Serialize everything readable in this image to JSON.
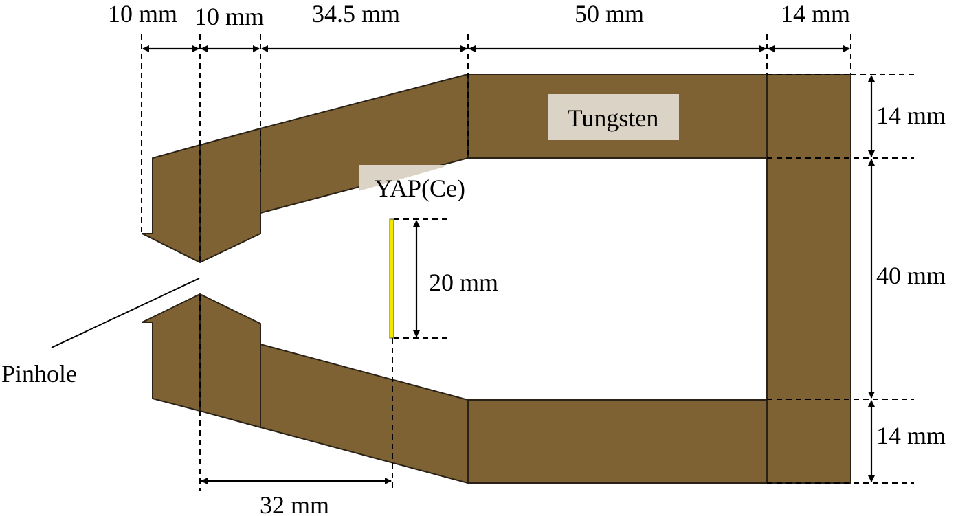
{
  "colors": {
    "tungsten": "#7e6233",
    "edge": "#2a2216",
    "label_box": "#dbd3c5",
    "scintillator": "#f0e800",
    "background": "#ffffff"
  },
  "labels": {
    "material": "Tungsten",
    "detector": "YAP(Ce)",
    "pinhole": "Pinhole"
  },
  "dimensions": {
    "top": [
      {
        "id": "d1",
        "text": "10 mm"
      },
      {
        "id": "d2",
        "text": "10 mm"
      },
      {
        "id": "d3",
        "text": "34.5 mm"
      },
      {
        "id": "d4",
        "text": "50 mm"
      },
      {
        "id": "d5",
        "text": "14 mm"
      }
    ],
    "right": [
      {
        "id": "r1",
        "text": "14 mm"
      },
      {
        "id": "r2",
        "text": "40 mm"
      },
      {
        "id": "r3",
        "text": "14 mm"
      }
    ],
    "detector_height": "20 mm",
    "pinhole_to_detector": "32 mm"
  }
}
